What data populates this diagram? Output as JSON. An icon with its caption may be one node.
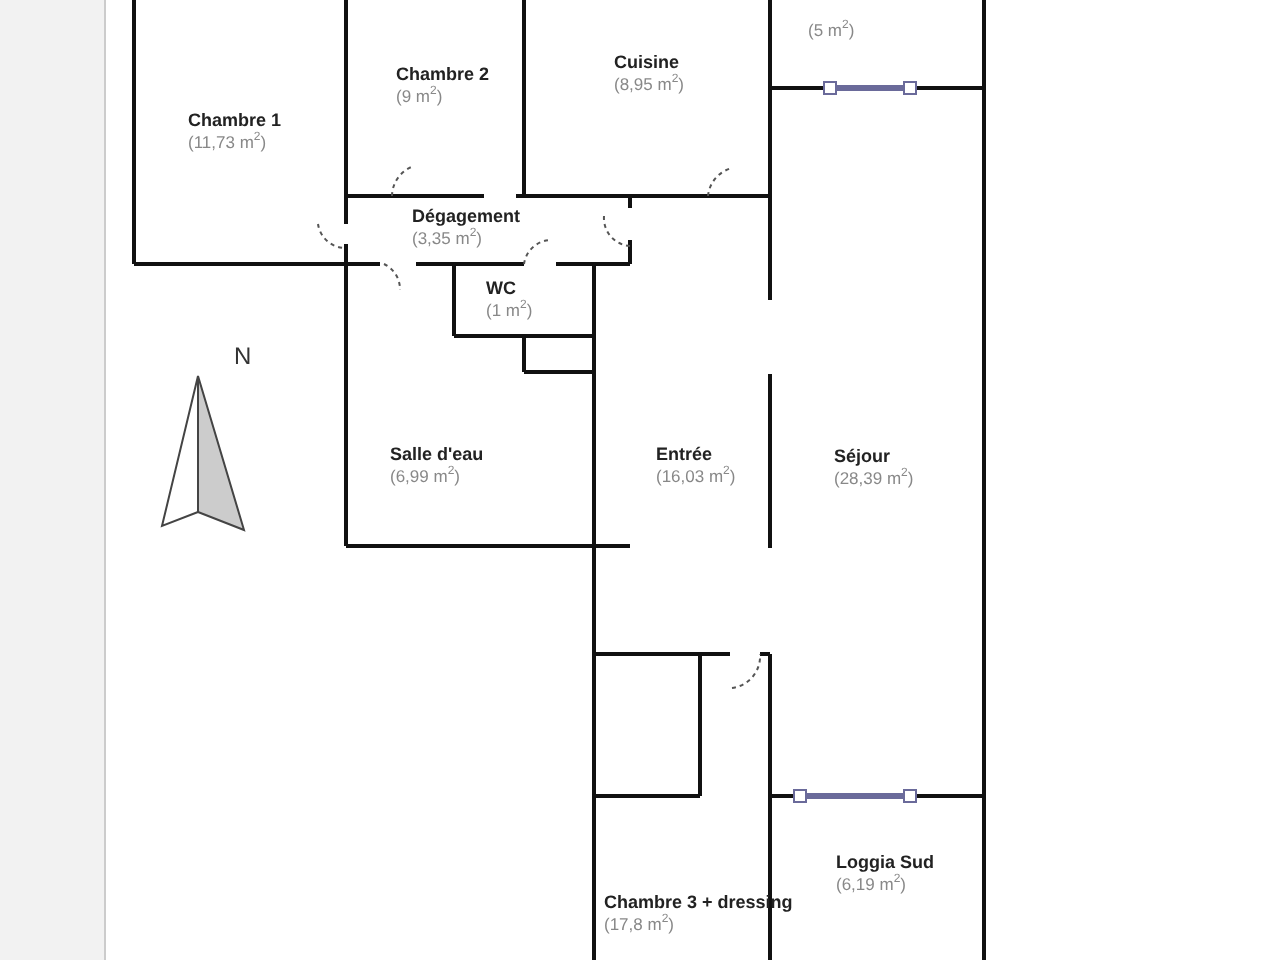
{
  "diagram": {
    "nodes": [
      {
        "text": [
          "Chambre 1",
          "(11,73 m$^{2}$)"
        ]
      },
      {
        "text": [
          "Chambre 2",
          "(9 m$^{2}$)"
        ]
      },
      {
        "text": [
          "Cuisine",
          "(8,95 m$^{2}$)"
        ]
      },
      {
        "text": [
          "(5 m$^{2}$)"
        ]
      },
      {
        "text": [
          "Dégagement",
          "(3,35 m$^{2}$)"
        ]
      },
      {
        "text": [
          "WC",
          "(1 m$^{2}$)"
        ]
      },
      {
        "text": [
          "Salle d'eau",
          "(6,99 m$^{2}$)"
        ]
      },
      {
        "text": [
          "Entrée",
          "(16,03 m$^{2}$)"
        ]
      },
      {
        "text": [
          "Séjour",
          "(28,39 m$^{2}$)"
        ]
      },
      {
        "text": [
          "Loggia Sud",
          "(6,19 m$^{2}$)"
        ]
      },
      {
        "text": [
          "Chambre 3 + dressing",
          "(17,8 m$^{2}$)"
        ]
      }
    ],
    "labels": [
      "N"
    ]
  }
}
